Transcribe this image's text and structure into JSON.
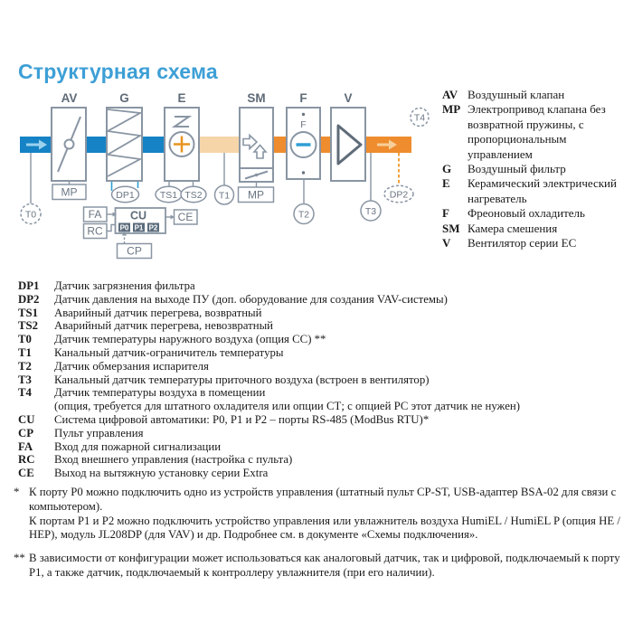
{
  "title": "Структурная схема",
  "diagram": {
    "components": {
      "av": "AV",
      "g": "G",
      "e": "E",
      "sm": "SM",
      "f": "F",
      "v": "V"
    },
    "labels": {
      "f_inner": "F",
      "mp_av": "MP",
      "mp_sm": "MP",
      "dp1": "DP1",
      "dp2": "DP2",
      "ts1": "TS1",
      "ts2": "TS2",
      "t0": "T0",
      "t1": "T1",
      "t2": "T2",
      "t3": "T3",
      "t4": "T4",
      "cu": "CU",
      "p0": "P0",
      "p1": "P1",
      "p2": "P2",
      "cp": "CP",
      "fa": "FA",
      "rc": "RC",
      "ce": "CE"
    },
    "colors": {
      "duct_blue": "#1583c5",
      "duct_beige": "#f6d5a9",
      "duct_orange": "#ee8c2e",
      "arrow_light_blue": "#9bd2ee",
      "arrow_light_orange": "#f8cf9a",
      "outline_gray": "#8995a3",
      "label_gray": "#6a7582",
      "letter_gray": "#5f6b78",
      "port_dark": "#5b6b7b",
      "sensor_line_blue": "#2f9fd4",
      "dashed_orange": "#f0a238",
      "heater_plus_orange": "#e8941f",
      "title_blue": "#3d9fd6"
    }
  },
  "legend": {
    "items": [
      {
        "code": "AV",
        "text": "Воздушный клапан"
      },
      {
        "code": "MP",
        "text": "Электропривод клапана без возвратной пружины, с пропорциональным управлением"
      },
      {
        "code": "G",
        "text": "Воздушный фильтр"
      },
      {
        "code": "E",
        "text": "Керамический электрический нагреватель"
      },
      {
        "code": "F",
        "text": "Фреоновый охладитель"
      },
      {
        "code": "SM",
        "text": "Камера смешения"
      },
      {
        "code": "V",
        "text": "Вентилятор серии ЕС"
      }
    ]
  },
  "sensors": {
    "items": [
      {
        "code": "DP1",
        "text": "Датчик загрязнения фильтра"
      },
      {
        "code": "DP2",
        "text": "Датчик давления на выходе ПУ (доп. оборудование для создания VAV-системы)"
      },
      {
        "code": "TS1",
        "text": "Аварийный датчик перегрева, возвратный"
      },
      {
        "code": "TS2",
        "text": "Аварийный датчик перегрева, невозвратный"
      },
      {
        "code": "T0",
        "text": "Датчик температуры наружного воздуха (опция СС) **"
      },
      {
        "code": "T1",
        "text": "Канальный датчик-ограничитель температуры"
      },
      {
        "code": "T2",
        "text": "Датчик обмерзания испарителя"
      },
      {
        "code": "T3",
        "text": "Канальный датчик температуры приточного воздуха (встроен в вентилятор)"
      },
      {
        "code": "T4",
        "text": "Датчик температуры воздуха в помещении",
        "text2": "(опция, требуется для штатного охладителя или опции СТ; с опцией РС этот датчик не нужен)"
      },
      {
        "code": "CU",
        "text": "Система цифровой автоматики: Р0, Р1 и Р2 – порты RS-485 (ModBus RTU)*"
      },
      {
        "code": "CP",
        "text": "Пульт управления"
      },
      {
        "code": "FA",
        "text": "Вход для пожарной сигнализации"
      },
      {
        "code": "RC",
        "text": "Вход внешнего управления (настройка с пульта)"
      },
      {
        "code": "CE",
        "text": "Выход на вытяжную установку серии Extra"
      }
    ]
  },
  "footnotes": [
    {
      "marker": "*",
      "p1": "К порту Р0 можно подключить одно из устройств управления (штатный пульт CP-ST, USB-адаптер BSA-02 для связи с компьютером).",
      "p2": "К портам Р1 и Р2 можно подключить устройство управления или увлажнитель воздуха HumiEL /  HumiEL P (опция HE / HEP), модуль JL208DP (для VAV) и др. Подробнее см. в документе «Схемы подключения»."
    },
    {
      "marker": "**",
      "p1": "В зависимости от конфигурации может использоваться как аналоговый датчик, так и цифровой, подключаемый к порту Р1, а также датчик, подключаемый к контроллеру увлажнителя (при его наличии)."
    }
  ]
}
